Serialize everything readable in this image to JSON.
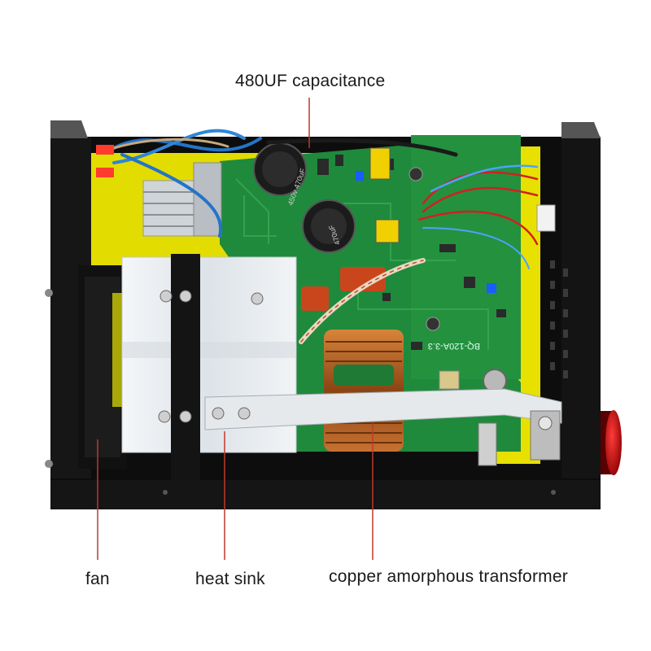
{
  "labels": {
    "capacitance": "480UF capacitance",
    "fan": "fan",
    "heat_sink": "heat sink",
    "transformer": "copper amorphous transformer"
  },
  "board_markings": {
    "capacitor": "450v 470uF",
    "capacitor_2": "470uF",
    "pcb_code": "BQ-120A-3.3"
  },
  "colors": {
    "pcb": "#1f8a3c",
    "insulator": "#e8e000",
    "chassis": "#111111",
    "callout_line": "#c0392b",
    "heat_sink": "#e9eef2",
    "copper": "#b5651d"
  }
}
